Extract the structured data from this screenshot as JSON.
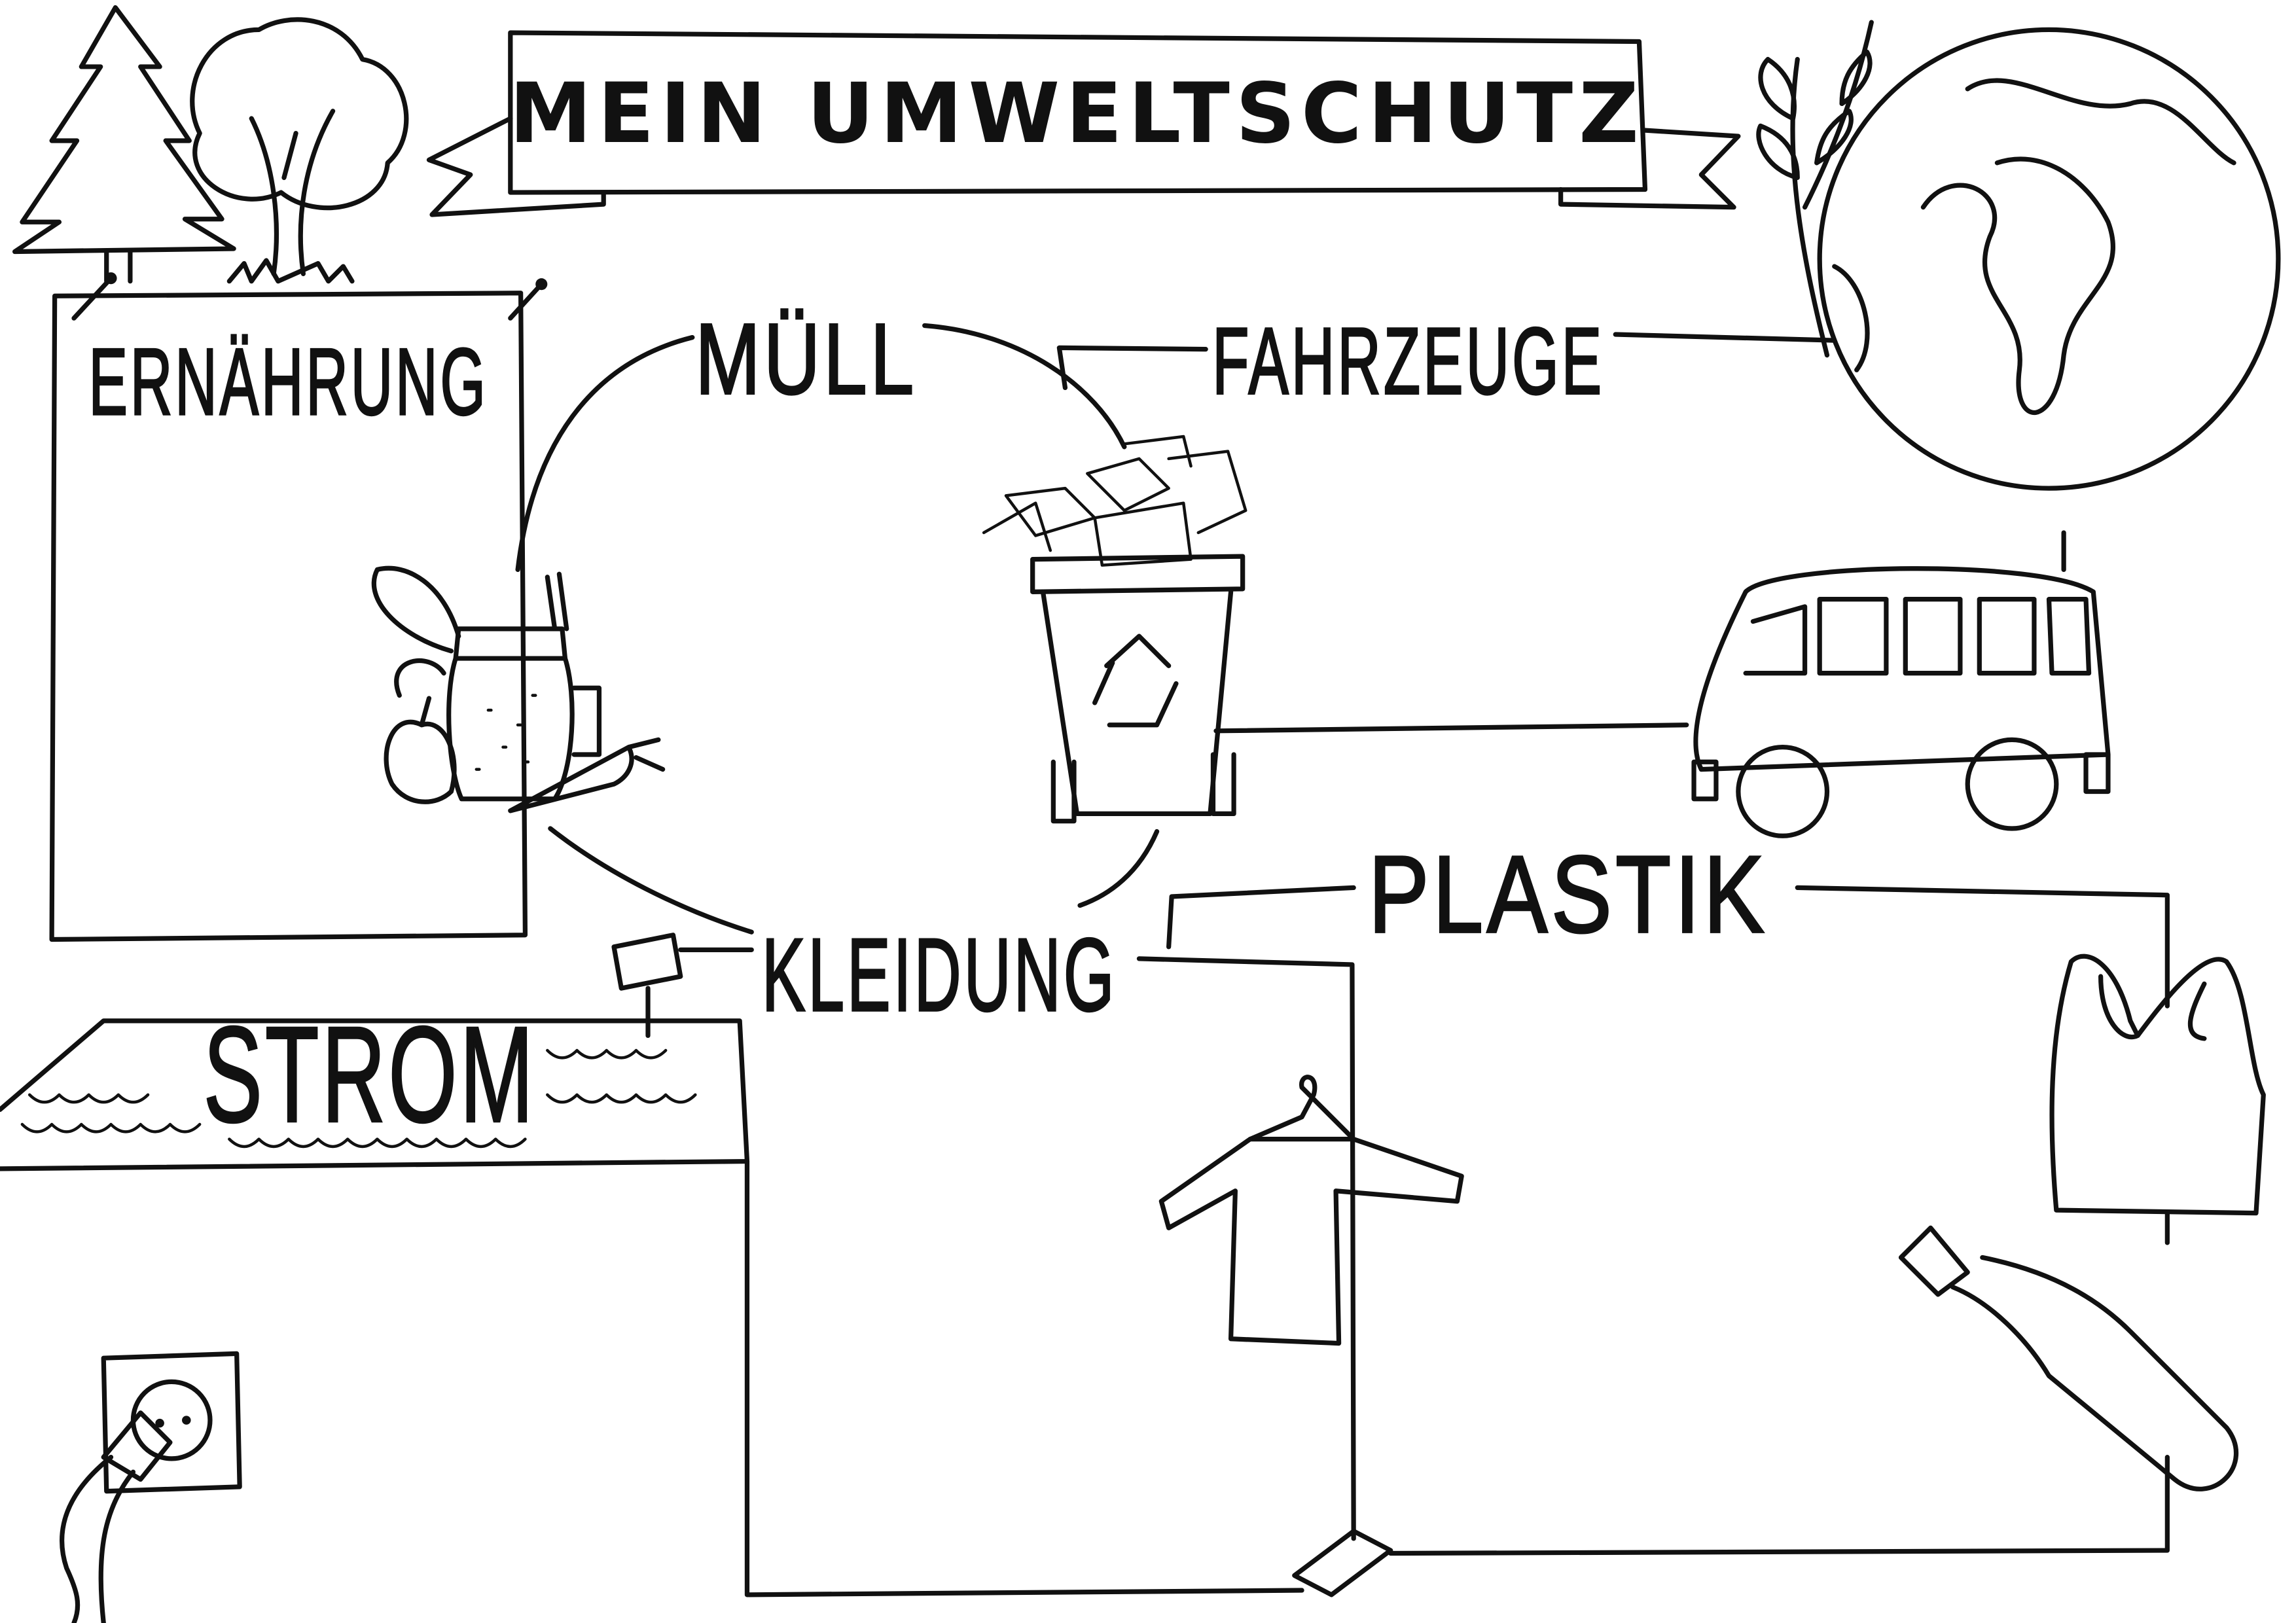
{
  "title": "MEIN UMWELTSCHUTZ",
  "topics": {
    "ernaehrung": "ERNÄHRUNG",
    "muell": "MÜLL",
    "fahrzeuge": "FAHRZEUGE",
    "plastik": "PLASTIK",
    "kleidung": "KLEIDUNG",
    "strom": "STROM"
  },
  "colors": {
    "ink": "#111111",
    "paper": "#ffffff"
  }
}
